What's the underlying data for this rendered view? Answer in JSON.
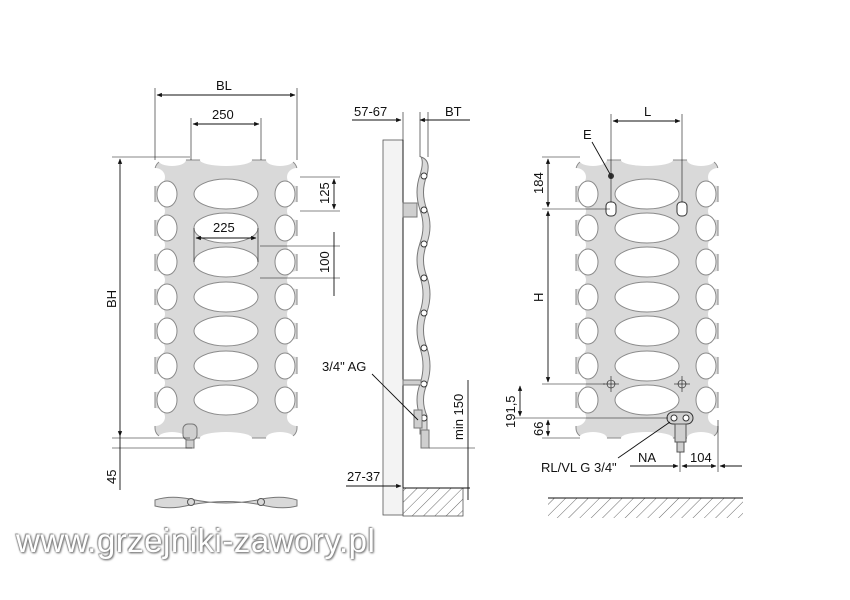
{
  "front_view": {
    "width_label": "BL",
    "centre_distance": "250",
    "hole_width": "225",
    "row_pitch": "125",
    "hole_height": "100",
    "height_label": "BH",
    "bottom_offset": "45"
  },
  "side_view": {
    "wall_gap": "57-67",
    "depth_label": "BT",
    "connection_label": "3/4\" AG",
    "floor_clearance": "min 150",
    "bottom_gap": "27-37"
  },
  "connection_view": {
    "spacing_label": "L",
    "bleed_label": "E",
    "top_offset": "184",
    "height_label": "H",
    "lower_offset": "191,5",
    "bottom_offset": "66",
    "valve_label": "RL/VL G 3/4\"",
    "na_label": "NA",
    "side_offset": "104"
  },
  "watermark": "www.grzejniki-zawory.pl"
}
